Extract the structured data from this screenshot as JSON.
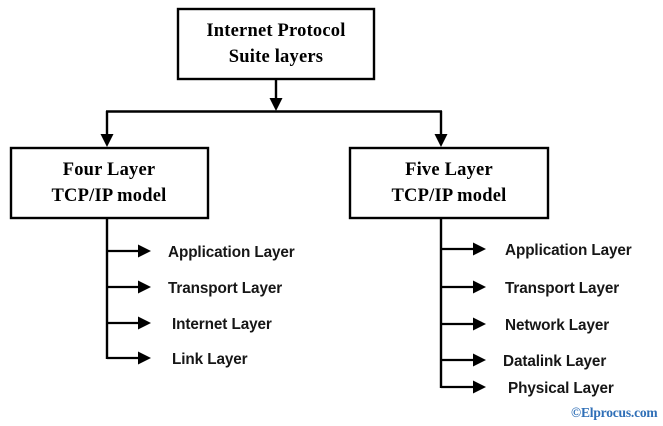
{
  "page": {
    "background_color": "#ffffff",
    "line_color": "#000000",
    "text_color": "#000000"
  },
  "root": {
    "title_line1": "Internet Protocol",
    "title_line2": "Suite layers"
  },
  "branches": [
    {
      "id": "four-layer",
      "title_line1": "Four Layer",
      "title_line2": "TCP/IP model",
      "layers": [
        {
          "label": "Application Layer"
        },
        {
          "label": "Transport Layer"
        },
        {
          "label": "Internet Layer"
        },
        {
          "label": "Link Layer"
        }
      ]
    },
    {
      "id": "five-layer",
      "title_line1": "Five Layer",
      "title_line2": "TCP/IP model",
      "layers": [
        {
          "label": "Application Layer"
        },
        {
          "label": "Transport Layer"
        },
        {
          "label": "Network Layer"
        },
        {
          "label": "Datalink Layer"
        },
        {
          "label": "Physical Layer"
        }
      ]
    }
  ],
  "watermark": {
    "symbol": "©",
    "text": "Elprocus.com",
    "color": "#2f6fb7"
  }
}
